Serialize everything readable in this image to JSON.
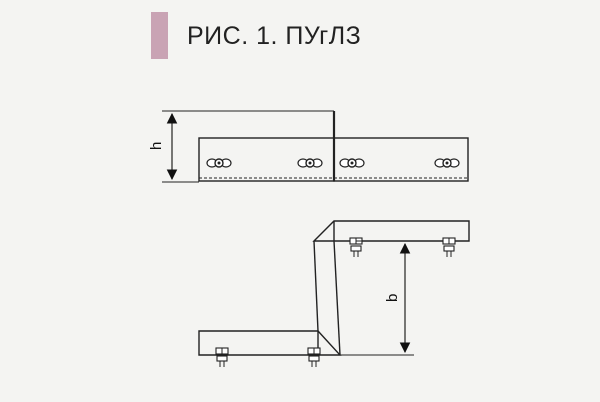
{
  "figure": {
    "caption": "РИС. 1. ПУгЛЗ",
    "accent_color": "#c9a3b4"
  },
  "dimensions": {
    "height_label": "h",
    "offset_label": "b"
  },
  "icons": {
    "wing_nut": "wing-nut-icon",
    "bolt": "bolt-icon"
  }
}
